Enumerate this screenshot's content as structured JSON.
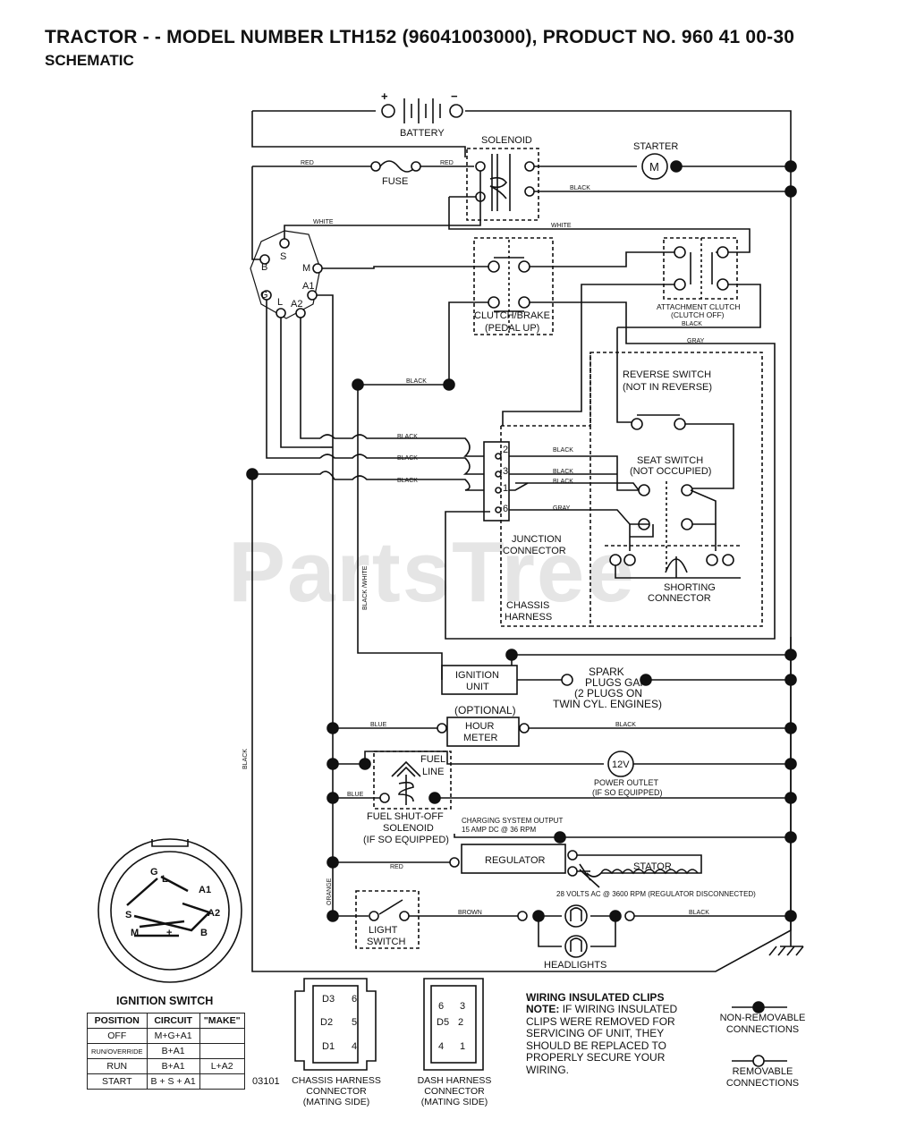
{
  "header": {
    "title": "TRACTOR - - MODEL NUMBER LTH152 (96041003000), PRODUCT NO. 960 41 00-30",
    "subtitle": "SCHEMATIC"
  },
  "watermark": "PartsTree",
  "components": {
    "battery": "BATTERY",
    "solenoid": "SOLENOID",
    "starter": "STARTER",
    "starter_symbol": "M",
    "fuse": "FUSE",
    "clutch_brake_1": "CLUTCH/BRAKE",
    "clutch_brake_2": "(PEDAL UP)",
    "attachment_clutch_1": "ATTACHMENT CLUTCH",
    "attachment_clutch_2": "(CLUTCH OFF)",
    "reverse_switch_1": "REVERSE SWITCH",
    "reverse_switch_2": "(NOT IN REVERSE)",
    "seat_switch_1": "SEAT SWITCH",
    "seat_switch_2": "(NOT OCCUPIED)",
    "junction_1": "JUNCTION",
    "junction_2": "CONNECTOR",
    "shorting_1": "SHORTING",
    "shorting_2": "CONNECTOR",
    "chassis_1": "CHASSIS",
    "chassis_2": "HARNESS",
    "ignition_unit_1": "IGNITION",
    "ignition_unit_2": "UNIT",
    "spark_1": "SPARK",
    "spark_2": "PLUGS GAP",
    "spark_3": "(2 PLUGS ON",
    "spark_4": "TWIN CYL. ENGINES)",
    "optional": "(OPTIONAL)",
    "hour_meter_1": "HOUR",
    "hour_meter_2": "METER",
    "fuel_line_1": "FUEL",
    "fuel_line_2": "LINE",
    "power_outlet_symbol": "12V",
    "power_outlet_1": "POWER OUTLET",
    "power_outlet_2": "(IF SO EQUIPPED)",
    "fuel_solenoid_1": "FUEL SHUT-OFF",
    "fuel_solenoid_2": "SOLENOID",
    "fuel_solenoid_3": "(IF SO EQUIPPED)",
    "charging_1": "CHARGING SYSTEM OUTPUT",
    "charging_2": "15 AMP DC @ 36 RPM",
    "regulator": "REGULATOR",
    "stator": "STATOR",
    "regulator_note": "28 VOLTS AC @ 3600 RPM (REGULATOR DISCONNECTED)",
    "light_switch_1": "LIGHT",
    "light_switch_2": "SWITCH",
    "headlights": "HEADLIGHTS",
    "ign_terminals": [
      "B",
      "S",
      "M",
      "G",
      "L",
      "A1",
      "A2"
    ],
    "junction_pins": [
      "2",
      "3",
      "1",
      "6"
    ],
    "battery_plus": "+",
    "battery_minus": "−"
  },
  "wire_labels": {
    "red": "RED",
    "white": "WHITE",
    "black": "BLACK",
    "gray": "GRAY",
    "blue": "BLUE",
    "orange": "ORANGE",
    "brown": "BROWN",
    "black_white": "BLACK /WHITE"
  },
  "ignition_switch": {
    "title": "IGNITION SWITCH",
    "face_labels": [
      "G",
      "L",
      "A1",
      "A2",
      "B",
      "M",
      "S"
    ],
    "table": {
      "headers": [
        "POSITION",
        "CIRCUIT",
        "\"MAKE\""
      ],
      "rows": [
        {
          "position": "OFF",
          "circuit": "M+G+A1",
          "make": ""
        },
        {
          "position": "RUN/OVERRIDE",
          "circuit": "B+A1",
          "make": ""
        },
        {
          "position": "RUN",
          "circuit": "B+A1",
          "make": "L+A2"
        },
        {
          "position": "START",
          "circuit": "B + S + A1",
          "make": ""
        }
      ]
    }
  },
  "figure_number": "03101",
  "chassis_connector": {
    "pins_left": [
      "D3",
      "D2",
      "D1"
    ],
    "pins_right": [
      "6",
      "5",
      "4"
    ],
    "label_1": "CHASSIS HARNESS",
    "label_2": "CONNECTOR",
    "label_3": "(MATING SIDE)"
  },
  "dash_connector": {
    "pins_left": [
      "6",
      "D5",
      "4"
    ],
    "pins_right": [
      "3",
      "2",
      "1"
    ],
    "label_1": "DASH HARNESS",
    "label_2": "CONNECTOR",
    "label_3": "(MATING SIDE)"
  },
  "clips_note": {
    "heading": "WIRING INSULATED CLIPS",
    "note_label": "NOTE:",
    "note_text": "IF WIRING INSULATED CLIPS WERE REMOVED FOR SERVICING OF UNIT, THEY SHOULD BE REPLACED TO PROPERLY SECURE YOUR WIRING."
  },
  "legend": {
    "non_removable_1": "NON-REMOVABLE",
    "non_removable_2": "CONNECTIONS",
    "removable_1": "REMOVABLE",
    "removable_2": "CONNECTIONS"
  }
}
